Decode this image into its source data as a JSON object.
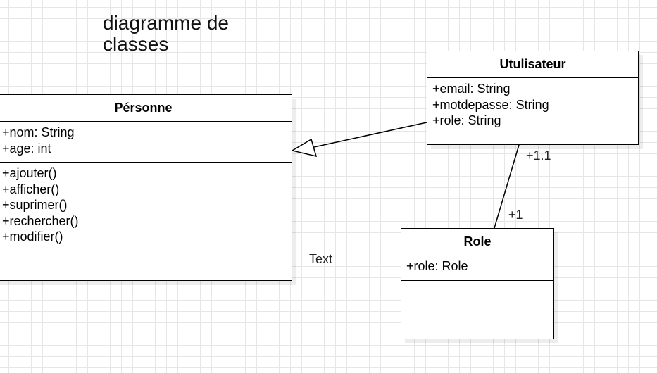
{
  "title": "diagramme de classes",
  "free_text": "Text",
  "classes": {
    "personne": {
      "name": "Pérsonne",
      "attributes": [
        "+nom: String",
        "+age: int"
      ],
      "operations": [
        "+ajouter()",
        "+afficher()",
        "+suprimer()",
        "+rechercher()",
        "+modifier()"
      ]
    },
    "utilisateur": {
      "name": "Utulisateur",
      "attributes": [
        "+email: String",
        "+motdepasse: String",
        "+role: String"
      ],
      "operations": []
    },
    "role": {
      "name": "Role",
      "attributes": [
        "+role: Role"
      ],
      "operations": []
    }
  },
  "relations": {
    "generalization": {
      "from": "Utulisateur",
      "to": "Pérsonne"
    },
    "association": {
      "from": "Utulisateur",
      "to": "Role",
      "multiplicity_source": "+1.1",
      "multiplicity_target": "+1"
    }
  }
}
